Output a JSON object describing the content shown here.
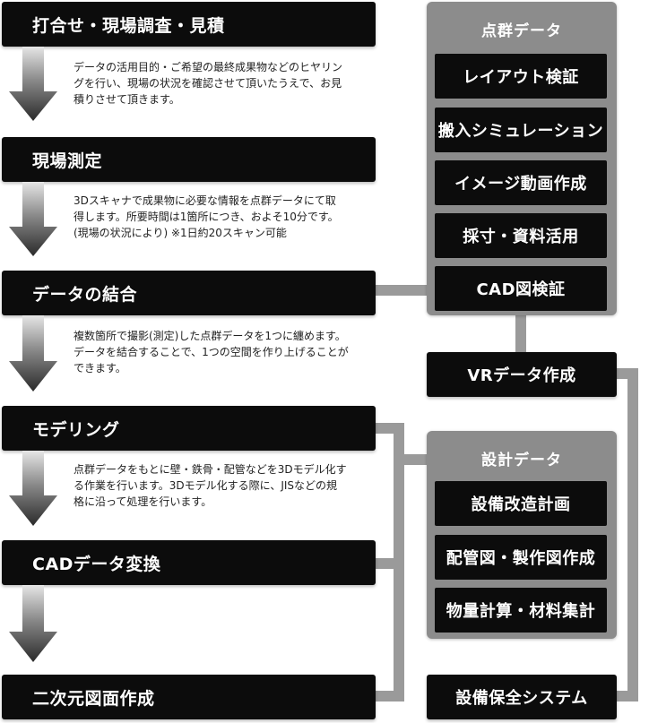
{
  "steps": [
    {
      "label": "打合せ・現場調査・見積"
    },
    {
      "label": "現場測定"
    },
    {
      "label": "データの結合"
    },
    {
      "label": "モデリング"
    },
    {
      "label": "CADデータ変換"
    },
    {
      "label": "二次元図面作成"
    }
  ],
  "descriptions": [
    [
      "データの活用目的・ご希望の最終成果物などのヒヤリン",
      "グを行い、現場の状況を確認させて頂いたうえで、お見",
      "積りさせて頂きます。"
    ],
    [
      "3Dスキャナで成果物に必要な情報を点群データにて取",
      "得します。所要時間は1箇所につき、およそ10分です。",
      "(現場の状況により)  ※1日約20スキャン可能"
    ],
    [
      "複数箇所で撮影(測定)した点群データを1つに纏めます。",
      "データを結合することで、1つの空間を作り上げることが",
      "できます。"
    ],
    [
      "点群データをもとに壁・鉄骨・配管などを3Dモデル化す",
      "る作業を行います。3Dモデル化する際に、JISなどの規",
      "格に沿って処理を行います。"
    ]
  ],
  "point_cloud": {
    "title": "点群データ",
    "items": [
      "レイアウト検証",
      "搬入シミュレーション",
      "イメージ動画作成",
      "採寸・資料活用",
      "CAD図検証"
    ]
  },
  "vr": {
    "label": "VRデータ作成"
  },
  "design_data": {
    "title": "設計データ",
    "items": [
      "設備改造計画",
      "配管図・製作図作成",
      "物量計算・材料集計"
    ]
  },
  "maintenance": {
    "label": "設備保全システム"
  },
  "colors": {
    "box": "#0c0c0c",
    "panel": "#8c8c8c",
    "connector": "#9a9a9a",
    "text": "#ffffff"
  }
}
